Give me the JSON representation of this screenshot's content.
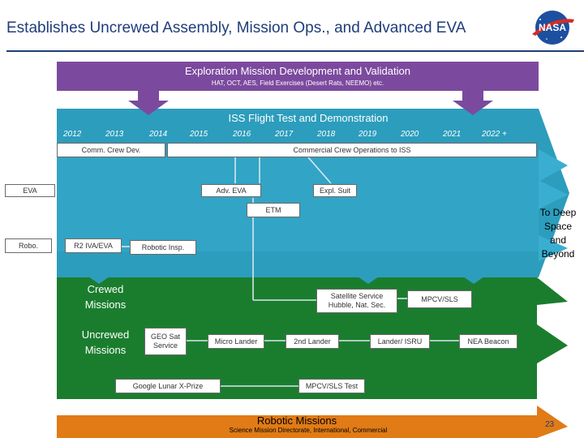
{
  "title": "Establishes Uncrewed Assembly, Mission Ops., and Advanced EVA",
  "logo_text": "NASA",
  "colors": {
    "purple": "#7b4a9e",
    "teal": "#2c9dbc",
    "green": "#1a7d2e",
    "orange": "#e07b16",
    "navy": "#1f3d7a",
    "box_border": "#6a6a6a"
  },
  "exploration": {
    "title": "Exploration Mission Development and Validation",
    "subtitle": "HAT, OCT, AES, Field Exercises (Desert Rats, NEEMO) etc."
  },
  "iss": {
    "title": "ISS Flight Test and Demonstration",
    "years": [
      "2012",
      "2013",
      "2014",
      "2015",
      "2016",
      "2017",
      "2018",
      "2019",
      "2020",
      "2021",
      "2022 +"
    ],
    "comm_crew_dev": "Comm. Crew Dev.",
    "commercial_crew_ops": "Commercial Crew Operations to ISS",
    "eva": "EVA",
    "adv_eva": "Adv. EVA",
    "expl_suit": "Expl. Suit",
    "etm": "ETM",
    "robo": "Robo.",
    "r2": "R2 IVA/EVA",
    "robotic_insp": "Robotic Insp."
  },
  "beyond_label": "To Deep Space and Beyond",
  "crewed": {
    "label": "Crewed Missions",
    "satellite_service": "Satellite Service Hubble, Nat. Sec.",
    "mpcv_sls": "MPCV/SLS"
  },
  "uncrewed": {
    "label": "Uncrewed Missions",
    "geo_sat": "GEO Sat Service",
    "micro_lander": "Micro Lander",
    "second_lander": "2nd Lander",
    "lander_isru": "Lander/ ISRU",
    "nea_beacon": "NEA Beacon",
    "google_lunar": "Google Lunar X-Prize",
    "mpcv_sls_test": "MPCV/SLS Test"
  },
  "robotic": {
    "title": "Robotic Missions",
    "subtitle": "Science Mission Directorate, International, Commercial"
  },
  "page_number": "23"
}
